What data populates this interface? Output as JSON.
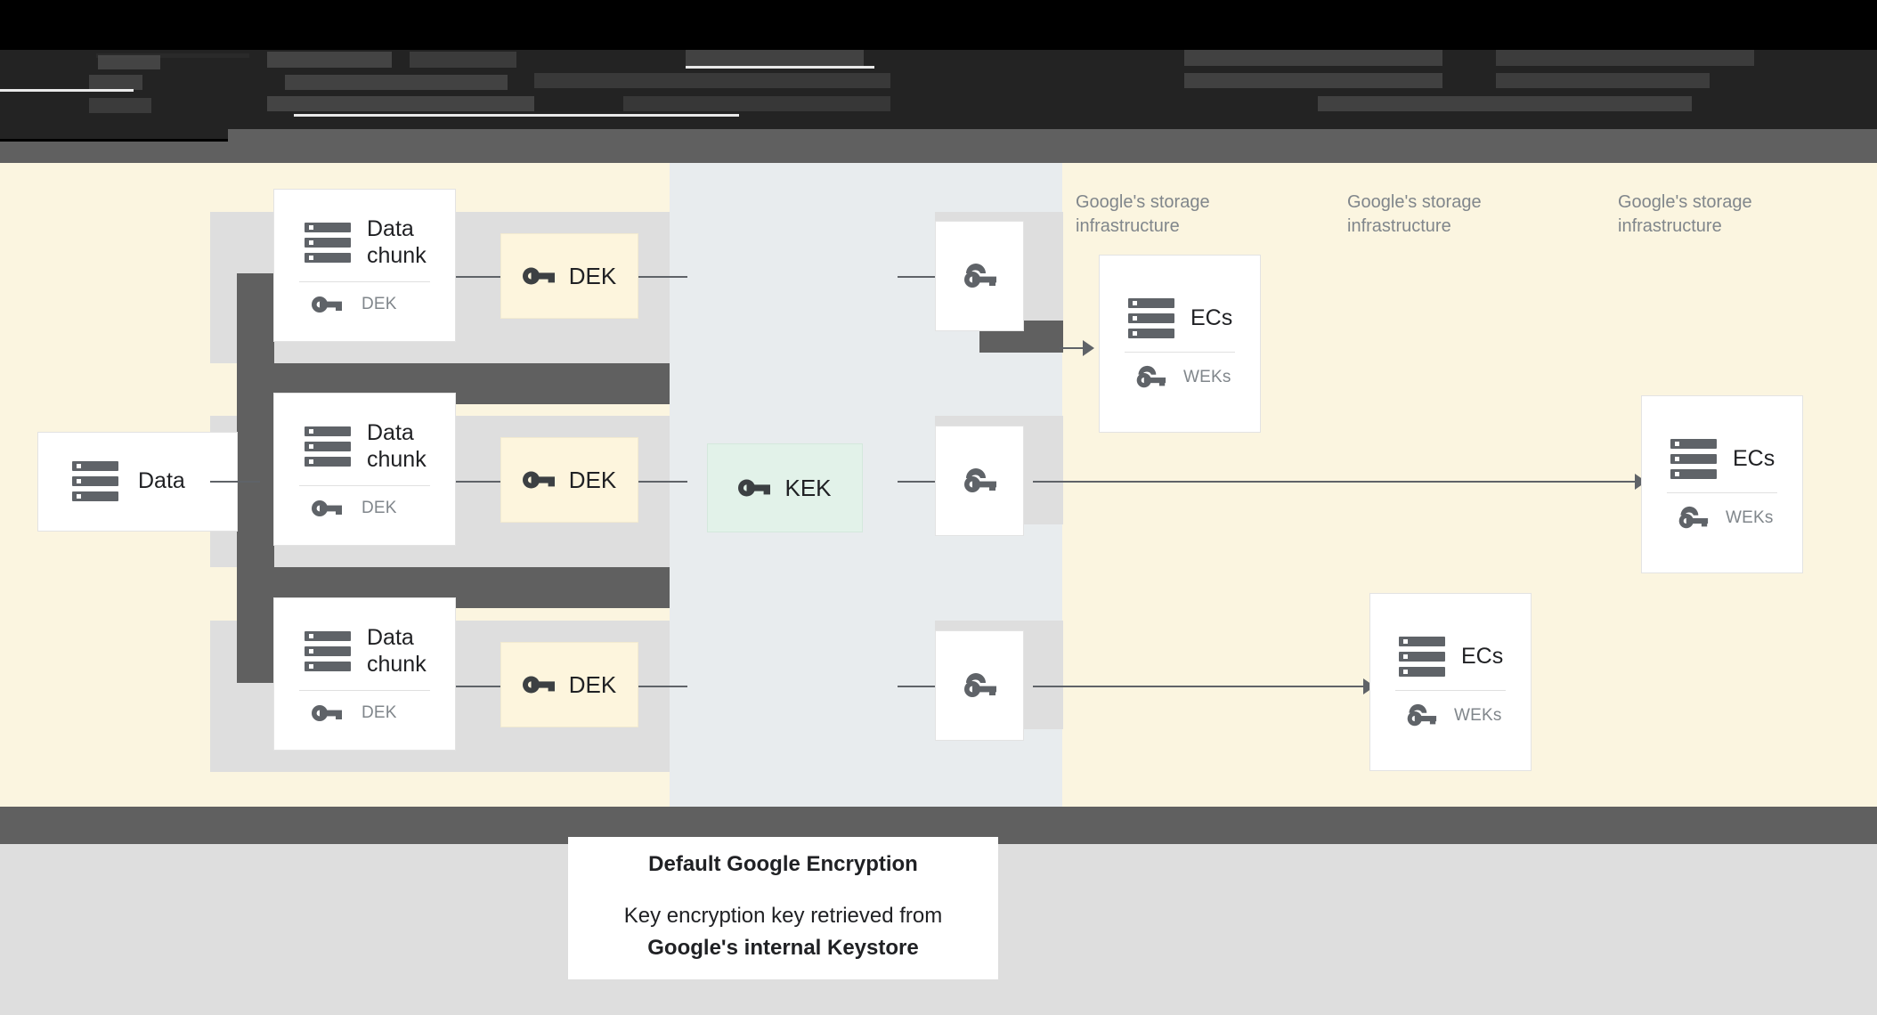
{
  "diagram": {
    "title_obscured": true,
    "source_label": "Data",
    "chunk_label_line1": "Data",
    "chunk_label_line2": "chunk",
    "chunk_key_label": "DEK",
    "dek_box_label": "DEK",
    "kek_box_label": "KEK",
    "ec_label": "ECs",
    "wek_label": "WEKs",
    "infra_label": "Google's storage\ninfrastructure",
    "icons": {
      "storage": "storage-icon",
      "key": "key-icon",
      "wrapped_key": "wrapped-key-icon",
      "arrow": "arrow-right-icon"
    },
    "colors": {
      "cream": "#fbf5e0",
      "blue_grey": "#e8ecee",
      "dek_fill": "#fdf5dd",
      "kek_fill": "#e2f2e9",
      "dark_bar": "#606060",
      "strip": "#dedede",
      "icon": "#5f6368",
      "muted_text": "#80868b"
    }
  },
  "rows": [
    {
      "chunk_title_1": "Data",
      "chunk_title_2": "chunk",
      "chunk_key": "DEK",
      "dek": "DEK"
    },
    {
      "chunk_title_1": "Data",
      "chunk_title_2": "chunk",
      "chunk_key": "DEK",
      "dek": "DEK"
    },
    {
      "chunk_title_1": "Data",
      "chunk_title_2": "chunk",
      "chunk_key": "DEK",
      "dek": "DEK"
    }
  ],
  "storage_cards": [
    {
      "title": "ECs",
      "key": "WEKs"
    },
    {
      "title": "ECs",
      "key": "WEKs"
    },
    {
      "title": "ECs",
      "key": "WEKs"
    }
  ],
  "infra_labels": [
    "Google's storage\ninfrastructure",
    "Google's storage\ninfrastructure",
    "Google's storage\ninfrastructure"
  ],
  "legend": {
    "heading": "Default Google Encryption",
    "body_prefix": "Key encryption key retrieved from",
    "body_bold": "Google's internal Keystore"
  }
}
